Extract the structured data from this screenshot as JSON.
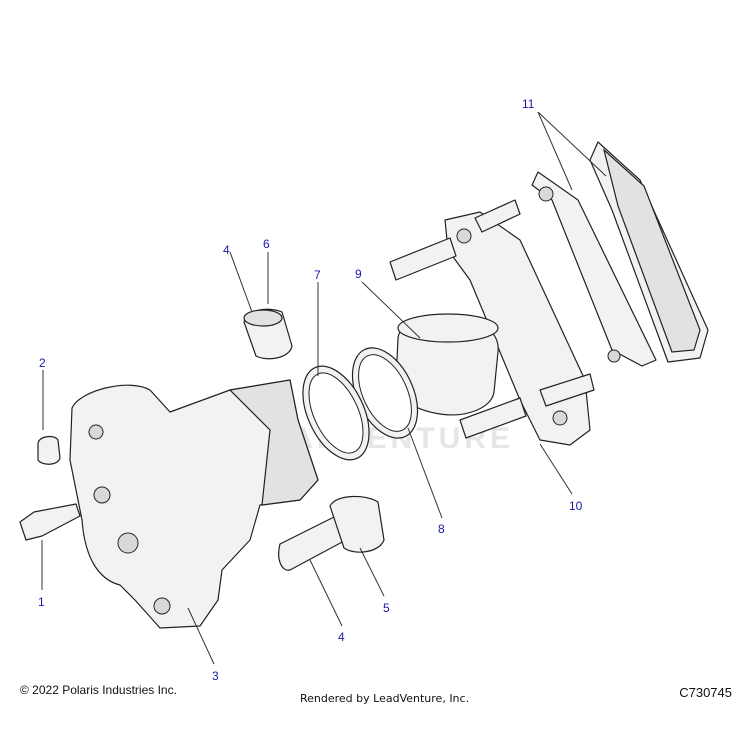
{
  "callouts": {
    "c1": "1",
    "c2": "2",
    "c3": "3",
    "c4a": "4",
    "c4b": "4",
    "c5": "5",
    "c6": "6",
    "c7": "7",
    "c8": "8",
    "c9": "9",
    "c10": "10",
    "c11": "11"
  },
  "watermark": "LEADVENTURE",
  "footer": {
    "copyright": "© 2022 Polaris Industries Inc.",
    "rendered_by": "Rendered by LeadVenture, Inc.",
    "figure_code": "C730745"
  },
  "colors": {
    "callout": "#1a1aa6",
    "part_fill": "#f2f2f2",
    "outline": "#222222"
  }
}
